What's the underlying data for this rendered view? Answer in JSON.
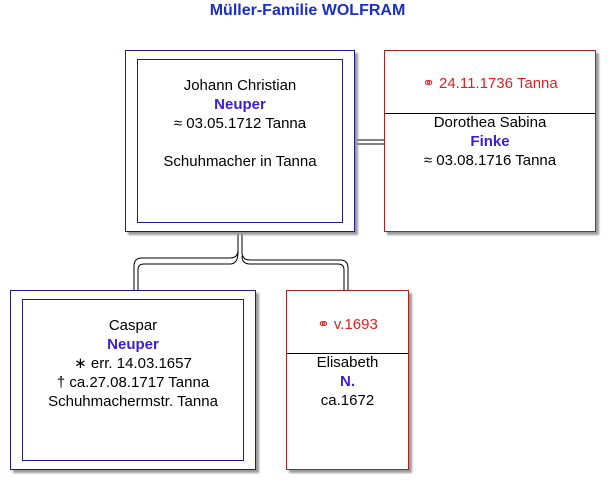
{
  "title": "Müller-Familie WOLFRAM",
  "father": {
    "given": "Johann Christian",
    "surname": "Neuper",
    "baptism": "≈  03.05.1712 Tanna",
    "occupation": "Schuhmacher in Tanna"
  },
  "wife": {
    "marriage": "⚭  24.11.1736 Tanna",
    "given": "Dorothea Sabina",
    "surname": "Finke",
    "baptism": "≈  03.08.1716 Tanna"
  },
  "child": {
    "given": "Caspar",
    "surname": "Neuper",
    "birth": "∗ err. 14.03.1657",
    "death": "† ca.27.08.1717 Tanna",
    "occupation": "Schuhmachermstr. Tanna"
  },
  "child_spouse": {
    "marriage": "⚭ v.1693",
    "given": "Elisabeth",
    "surname": "N.",
    "birth": "ca.1672"
  },
  "colors": {
    "title": "#1a2fc8",
    "male_border": "#1c1c8c",
    "female_border": "#b02020",
    "surname": "#3a1ed8",
    "marriage": "#e02020"
  }
}
